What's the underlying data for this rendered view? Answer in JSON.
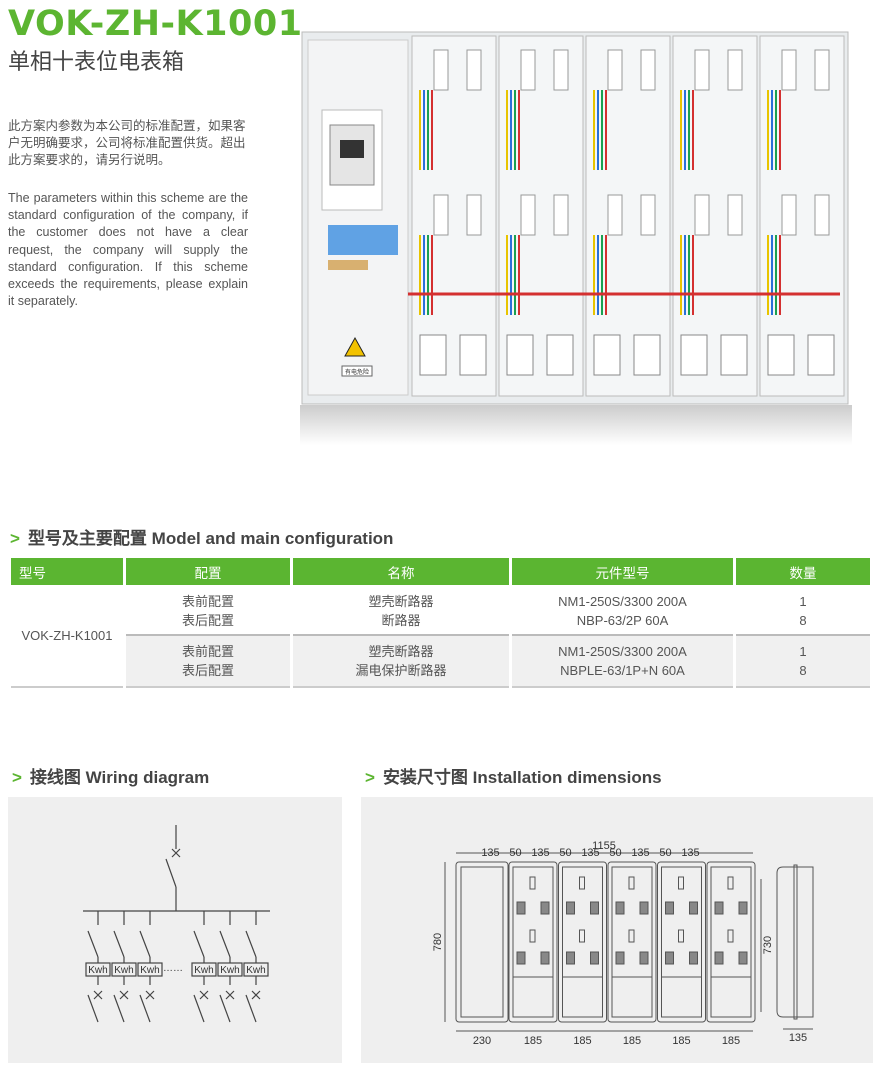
{
  "header": {
    "title": "VOK-ZH-K1001",
    "subtitle": "单相十表位电表箱"
  },
  "intro": {
    "cn": "此方案内参数为本公司的标准配置，如果客户无明确要求，公司将标准配置供货。超出此方案要求的，请另行说明。",
    "en": "The parameters within this scheme are the standard configuration of the company, if the customer does not have a clear request, the company will supply the standard configuration. If this scheme exceeds the requirements, please explain it separately."
  },
  "photo": {
    "label": "有电危险"
  },
  "config": {
    "arrow": ">",
    "heading": "型号及主要配置 Model and main configuration",
    "columns": [
      "型号",
      "配置",
      "名称",
      "元件型号",
      "数量"
    ],
    "model": "VOK-ZH-K1001",
    "groups": [
      {
        "rows": [
          {
            "config": "表前配置",
            "name": "塑壳断路器",
            "part": "NM1-250S/3300 200A",
            "qty": "1"
          },
          {
            "config": "表后配置",
            "name": "断路器",
            "part": "NBP-63/2P 60A",
            "qty": "8"
          }
        ]
      },
      {
        "rows": [
          {
            "config": "表前配置",
            "name": "塑壳断路器",
            "part": "NM1-250S/3300 200A",
            "qty": "1"
          },
          {
            "config": "表后配置",
            "name": "漏电保护断路器",
            "part": "NBPLE-63/1P+N 60A",
            "qty": "8"
          }
        ]
      }
    ]
  },
  "wiring": {
    "arrow": ">",
    "heading": "接线图 Wiring diagram",
    "meter_label": "Kwh",
    "ellipsis": "……"
  },
  "install": {
    "arrow": ">",
    "heading": "安装尺寸图 Installation dimensions",
    "total_width": "1155",
    "top_dims": [
      "135",
      "50",
      "135",
      "50",
      "135",
      "50",
      "135",
      "50",
      "135"
    ],
    "height": "780",
    "inner_height": "730",
    "bottom_dims": [
      "230",
      "185",
      "185",
      "185",
      "185",
      "185"
    ],
    "depth": "135"
  }
}
